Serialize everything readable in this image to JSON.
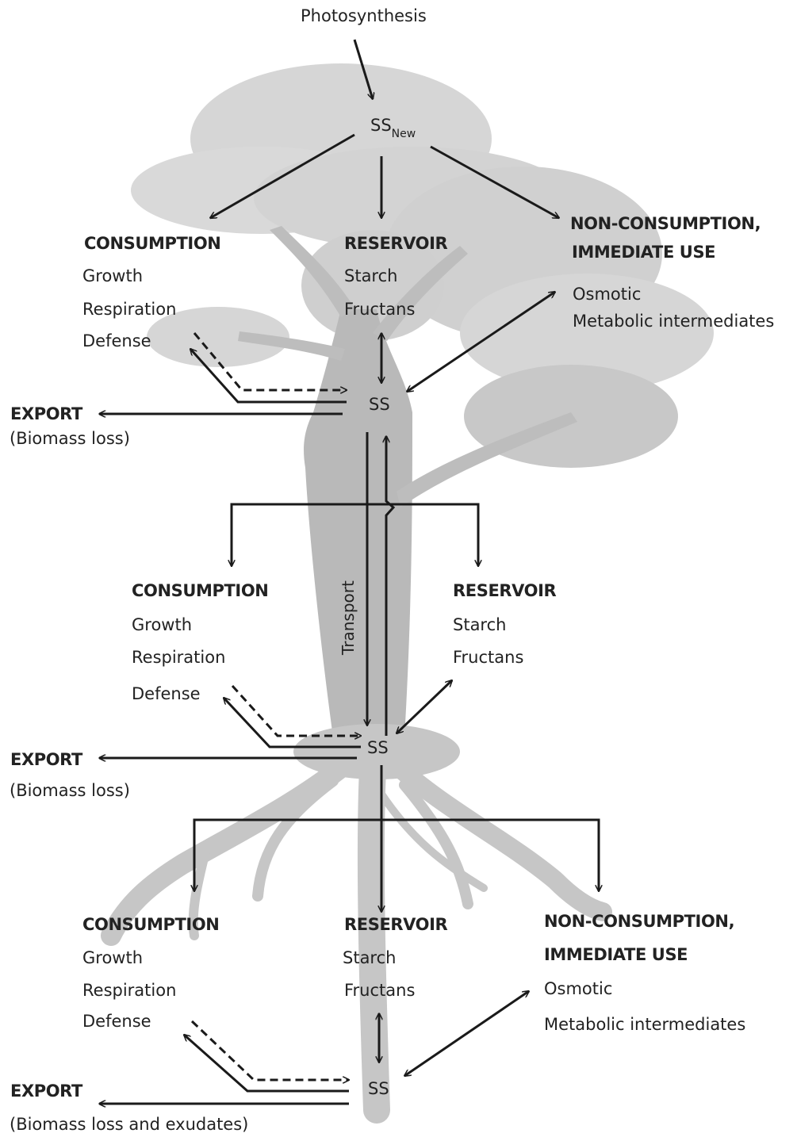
{
  "photosynthesis": "Photosynthesis",
  "ss_new": {
    "main": "SS",
    "sub": "New"
  },
  "transport": "Transport",
  "canopy": {
    "consumption": {
      "title": "CONSUMPTION",
      "items": [
        "Growth",
        "Respiration",
        "Defense"
      ]
    },
    "reservoir": {
      "title": "RESERVOIR",
      "items": [
        "Starch",
        "Fructans"
      ]
    },
    "nonconsumption": {
      "title_line1": "NON-CONSUMPTION,",
      "title_line2": "IMMEDIATE USE",
      "items": [
        "Osmotic",
        "Metabolic intermediates"
      ]
    },
    "ss": "SS",
    "export": {
      "title": "EXPORT",
      "note": "(Biomass loss)"
    }
  },
  "stem": {
    "consumption": {
      "title": "CONSUMPTION",
      "items": [
        "Growth",
        "Respiration",
        "Defense"
      ]
    },
    "reservoir": {
      "title": "RESERVOIR",
      "items": [
        "Starch",
        "Fructans"
      ]
    },
    "ss": "SS",
    "export": {
      "title": "EXPORT",
      "note": "(Biomass loss)"
    }
  },
  "roots": {
    "consumption": {
      "title": "CONSUMPTION",
      "items": [
        "Growth",
        "Respiration",
        "Defense"
      ]
    },
    "reservoir": {
      "title": "RESERVOIR",
      "items": [
        "Starch",
        "Fructans"
      ]
    },
    "nonconsumption": {
      "title_line1": "NON-CONSUMPTION,",
      "title_line2": "IMMEDIATE USE",
      "items": [
        "Osmotic",
        "Metabolic intermediates"
      ]
    },
    "ss": "SS",
    "export": {
      "title": "EXPORT",
      "note": "(Biomass loss and exudates)"
    }
  },
  "colors": {
    "foliage_light": "#d9d9d9",
    "foliage_mid": "#c4c4c4",
    "trunk": "#b8b8b8",
    "arrow": "#1a1a1a",
    "text": "#222222"
  }
}
